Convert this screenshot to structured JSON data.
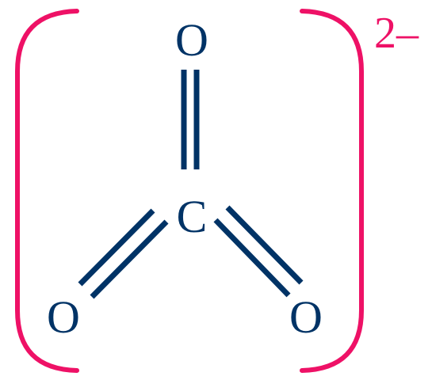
{
  "diagram": {
    "atoms": {
      "top_oxygen": "O",
      "carbon": "C",
      "left_oxygen": "O",
      "right_oxygen": "O"
    },
    "bonds": [
      {
        "from": "carbon",
        "to": "top_oxygen",
        "order": 2
      },
      {
        "from": "carbon",
        "to": "left_oxygen",
        "order": 2
      },
      {
        "from": "carbon",
        "to": "right_oxygen",
        "order": 2
      }
    ],
    "charge": "2–"
  },
  "colors": {
    "molecule": "#003366",
    "bracket": "#ee1166"
  }
}
